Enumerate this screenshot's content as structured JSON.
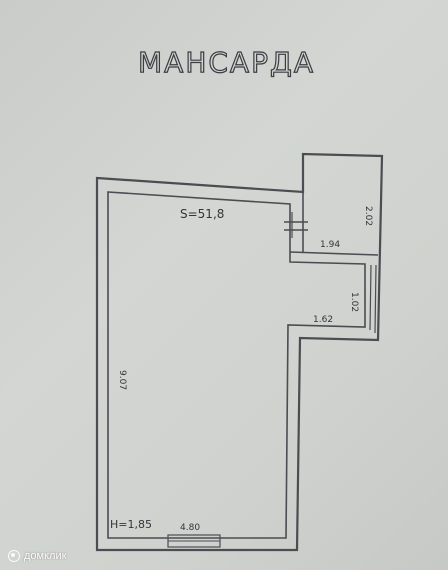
{
  "plan": {
    "title": "МАНСАРДА",
    "area_label": "S=51,8",
    "height_label": "H=1,85",
    "dimensions": {
      "bottom_width": "4.80",
      "left_length": "9.07",
      "stair_width": "1.94",
      "stair_length": "2.02",
      "niche_width": "1.62",
      "niche_depth": "1.02"
    }
  },
  "watermark": {
    "brand": "домклик",
    "icon": "domclick-logo-icon"
  }
}
